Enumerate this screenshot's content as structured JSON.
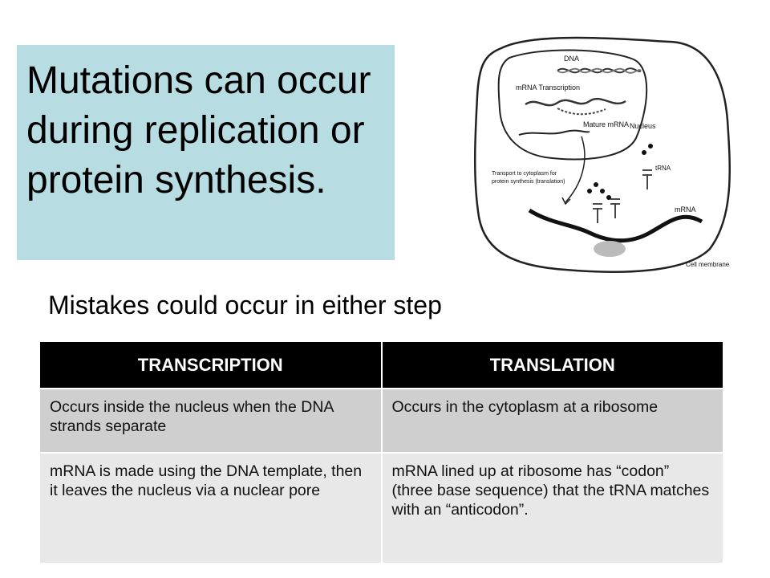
{
  "title": "Mutations can occur during replication or protein synthesis.",
  "subtitle": "Mistakes could occur in either step",
  "diagram": {
    "labels": {
      "dna": "DNA",
      "transcription": "mRNA Transcription",
      "mature_mrna": "Mature mRNA",
      "nucleus": "Nucleus",
      "transport_line1": "Transport to cytoplasm for",
      "transport_line2": "protein synthesis (translation)",
      "trna": "tRNA",
      "mrna": "mRNA",
      "cell_membrane": "Cell membrane"
    }
  },
  "table": {
    "headers": [
      "TRANSCRIPTION",
      "TRANSLATION"
    ],
    "rows": [
      [
        "Occurs inside the nucleus when the DNA strands separate",
        "Occurs in the cytoplasm at a ribosome"
      ],
      [
        "mRNA is made using the DNA template, then it leaves the nucleus via a nuclear pore",
        "mRNA lined up at ribosome has “codon” (three base sequence) that the tRNA matches with an “anticodon”."
      ]
    ]
  }
}
